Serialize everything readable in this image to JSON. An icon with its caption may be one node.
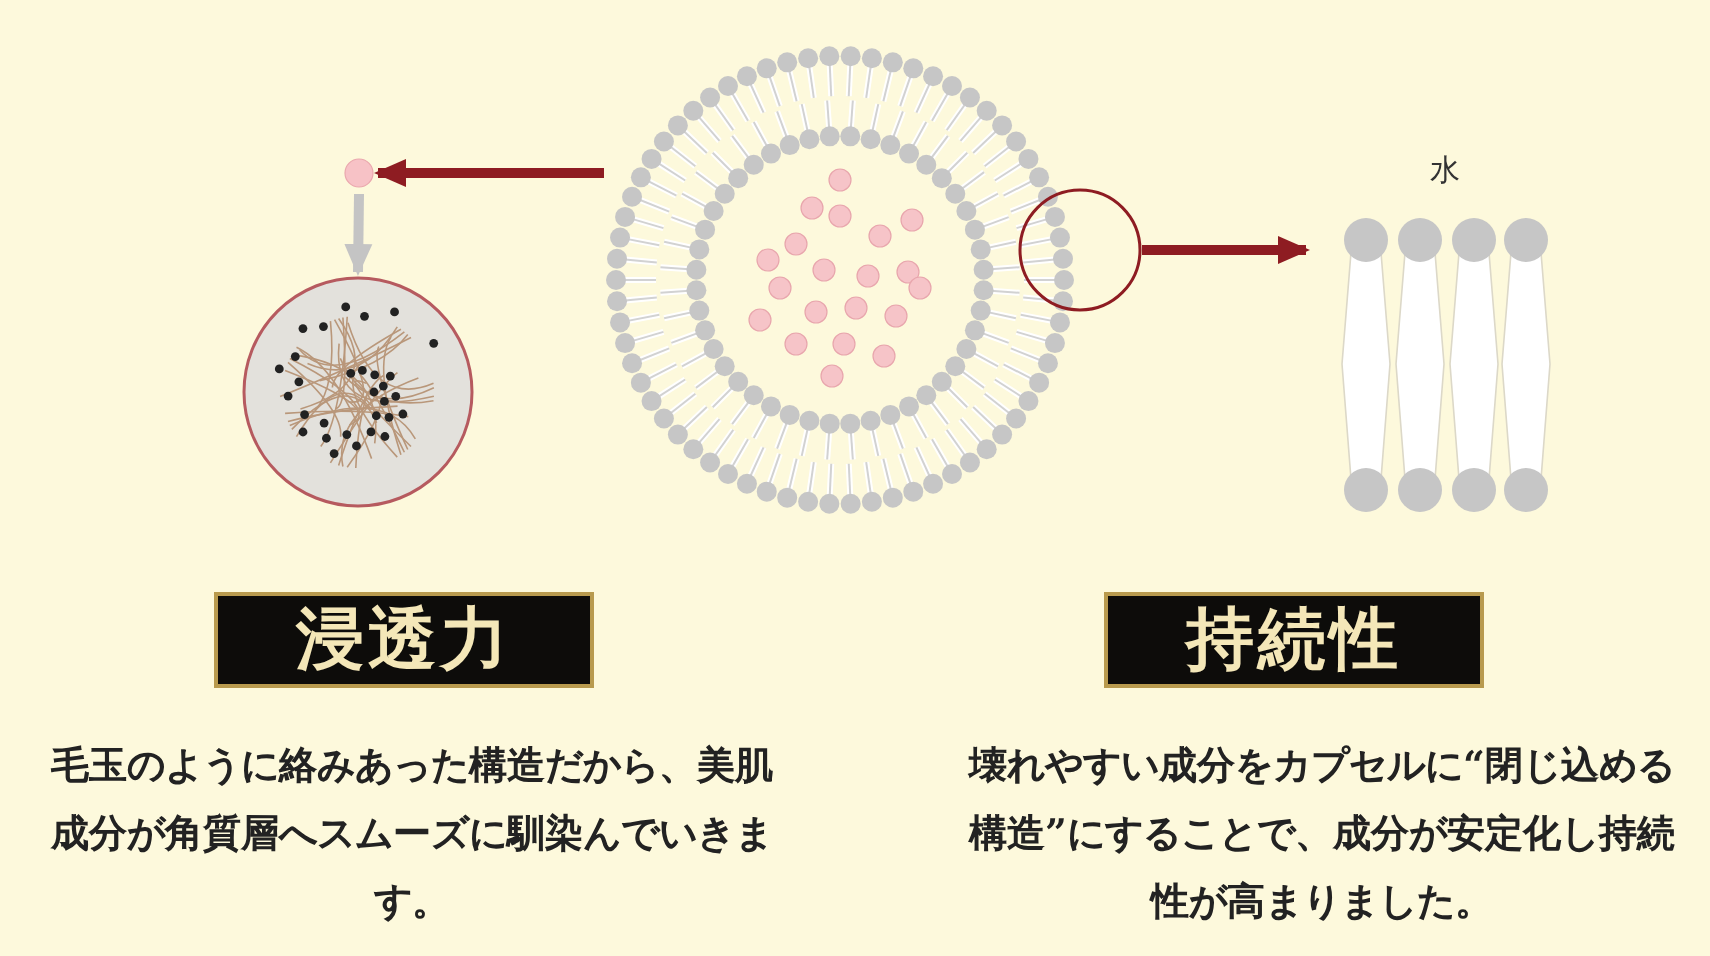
{
  "diagram": {
    "nodes": [
      {
        "text": [],
        "shape": "picture"
      },
      {
        "text": [],
        "shape": "circle"
      },
      {
        "text": [],
        "shape": "picture"
      },
      {
        "text": [],
        "shape": "circle"
      },
      {
        "text": [],
        "shape": "picture",
        "beside": [
          "水"
        ]
      },
      {
        "text": [
          "浸透力"
        ]
      },
      {
        "text": [
          "持続性"
        ]
      }
    ],
    "edges": [
      {
        "from": 0,
        "to": 1,
        "arrow": "to"
      },
      {
        "from": 1,
        "to": 2,
        "arrow": "to",
        "color": "#c4c4c4"
      },
      {
        "from": 3,
        "to": 4,
        "arrow": "to"
      }
    ],
    "labels": [
      "毛玉のように絡みあった構造だから、美肌成分が角質層へスムーズに馴染んでいきます。",
      "壊れやすい成分をカプセルに“閉じ込める構造”にすることで、成分が安定化し持続性が高まりました。"
    ]
  }
}
